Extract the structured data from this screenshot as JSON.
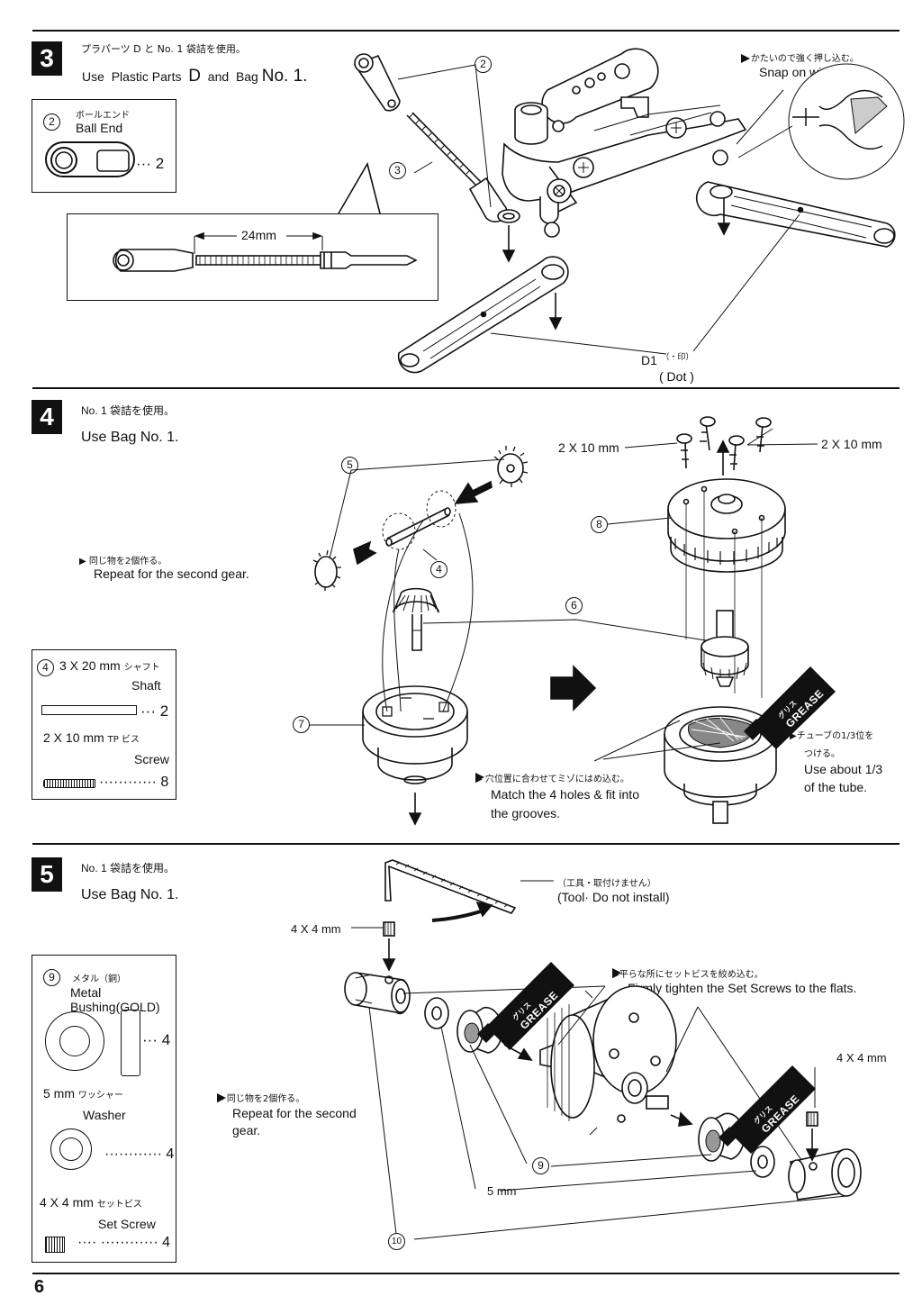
{
  "page_number": "6",
  "step3": {
    "num": "3",
    "jp": "プラパーツ D と No. 1 袋詰を使用。",
    "en_use": "Use",
    "en_parts": "Plastic Parts",
    "en_d": "D",
    "en_and": "and",
    "en_bag": "Bag",
    "en_no": "No. 1.",
    "box_num": "2",
    "box_jp": "ボールエンド",
    "box_en": "Ball End",
    "box_qty": "··· 2",
    "measure": "24mm",
    "callout_2": "2",
    "callout_3": "3",
    "note_jp": "かたいので強く押し込む。",
    "note_en": "Snap on with pliers.",
    "d1": "D1",
    "d1_jp": "（・印）",
    "d1_en": "( Dot )"
  },
  "step4": {
    "num": "4",
    "jp": "No. 1 袋詰を使用。",
    "en": "Use Bag No. 1.",
    "repeat_jp": "同じ物を2個作る。",
    "repeat_en": "Repeat for the second gear.",
    "screw_left": "2 X 10 mm",
    "screw_right": "2 X 10 mm",
    "c4": "4",
    "c5": "5",
    "c6": "6",
    "c7": "7",
    "c8": "8",
    "match_jp": "穴位置に合わせてミゾにはめ込む。",
    "match_en1": "Match the 4 holes & fit into",
    "match_en2": "the grooves.",
    "tube_jp1": "チューブの1/3位を",
    "tube_jp2": "つける。",
    "tube_en1": "Use about 1/3",
    "tube_en2": "of the tube.",
    "grease": "GREASE",
    "grease_jp": "グリス",
    "box": {
      "num": "4",
      "shaft_size": "3 X 20 mm",
      "shaft_jp": "シャフト",
      "shaft_en": "Shaft",
      "shaft_qty": "··· 2",
      "screw_size": "2 X 10 mm",
      "screw_jp": "TP ビス",
      "screw_en": "Screw",
      "screw_qty": "············ 8"
    }
  },
  "step5": {
    "num": "5",
    "jp": "No. 1 袋詰を使用。",
    "en": "Use Bag No. 1.",
    "tool_jp": "（工具・取付けません）",
    "tool_en": "(Tool· Do not install)",
    "screw_a": "4 X 4 mm",
    "screw_b": "4 X 4 mm",
    "flats_jp": "平らな所にセットビスを絞め込む。",
    "flats_en": "Firmly tighten the Set Screws to the flats.",
    "repeat_jp": "同じ物を2個作る。",
    "repeat_en1": "Repeat for the second",
    "repeat_en2": "gear.",
    "c9": "9",
    "c10": "10",
    "washer": "5 mm",
    "grease": "GREASE",
    "grease_jp": "グリス",
    "box": {
      "num": "9",
      "bush_jp": "メタル（銅）",
      "bush_en": "Metal Bushing(GOLD)",
      "bush_qty": "··· 4",
      "washer_size": "5 mm",
      "washer_jp": "ワッシャー",
      "washer_en": "Washer",
      "washer_qty": "············ 4",
      "set_size": "4 X 4 mm",
      "set_jp": "セットビス",
      "set_en": "Set Screw",
      "set_qty": "···· ············ 4"
    }
  }
}
